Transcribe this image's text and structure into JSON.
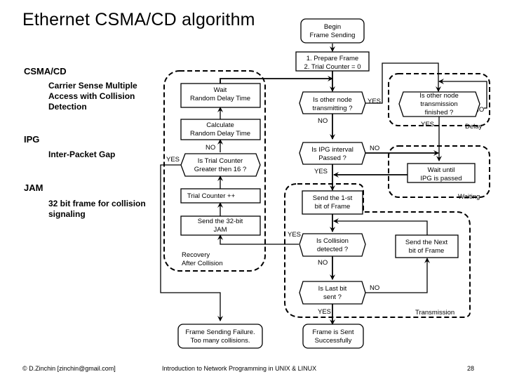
{
  "slide": {
    "title": "Ethernet CSMA/CD algorithm",
    "glossary": [
      {
        "term": "CSMA/CD",
        "definition": [
          "Carrier Sense Multiple",
          "Access with Collision",
          "Detection"
        ]
      },
      {
        "term": "IPG",
        "definition": [
          "Inter-Packet Gap"
        ]
      },
      {
        "term": "JAM",
        "definition": [
          "32 bit frame for collision",
          "signaling"
        ]
      }
    ],
    "footer": {
      "author": "© D.Zinchin [zinchin@gmail.com]",
      "course": "Introduction to Network Programming in UNIX & LINUX",
      "page": "28"
    }
  },
  "flowchart": {
    "nodes": {
      "begin": [
        "Begin",
        "Frame Sending"
      ],
      "prepare": [
        "1. Prepare Frame",
        "2. Trial Counter = 0"
      ],
      "other_transmitting": [
        "Is other node",
        "transmitting ?"
      ],
      "transmission_finished": [
        "Is other node",
        "transmission",
        "finished ?"
      ],
      "ipg_passed": [
        "Is IPG interval",
        "Passed ?"
      ],
      "wait_ipg": [
        "Wait until",
        "IPG is passed"
      ],
      "send_first_bit": [
        "Send the 1-st",
        "bit of Frame"
      ],
      "collision_detected": [
        "Is Collision",
        "detected ?"
      ],
      "last_bit_sent": [
        "Is Last bit",
        "sent ?"
      ],
      "send_next_bit": [
        "Send the Next",
        "bit of Frame"
      ],
      "frame_sent": [
        "Frame is Sent",
        "Successfully"
      ],
      "wait_random": [
        "Wait",
        "Random Delay Time"
      ],
      "calc_random": [
        "Calculate",
        "Random Delay Time"
      ],
      "trial_gt_16": [
        "Is Trial Counter",
        "Greater then 16 ?"
      ],
      "trial_inc": [
        "Trial Counter ++"
      ],
      "send_jam": [
        "Send the 32-bit",
        "JAM"
      ],
      "failure": [
        "Frame Sending Failure.",
        "Too many collisions."
      ]
    },
    "edge_labels": {
      "yes": "YES",
      "no": "NO"
    },
    "regions": {
      "delay": "Delay",
      "waiting": "Waiting",
      "transmission": "Transmission",
      "recovery": [
        "Recovery",
        "After Collision"
      ]
    }
  }
}
